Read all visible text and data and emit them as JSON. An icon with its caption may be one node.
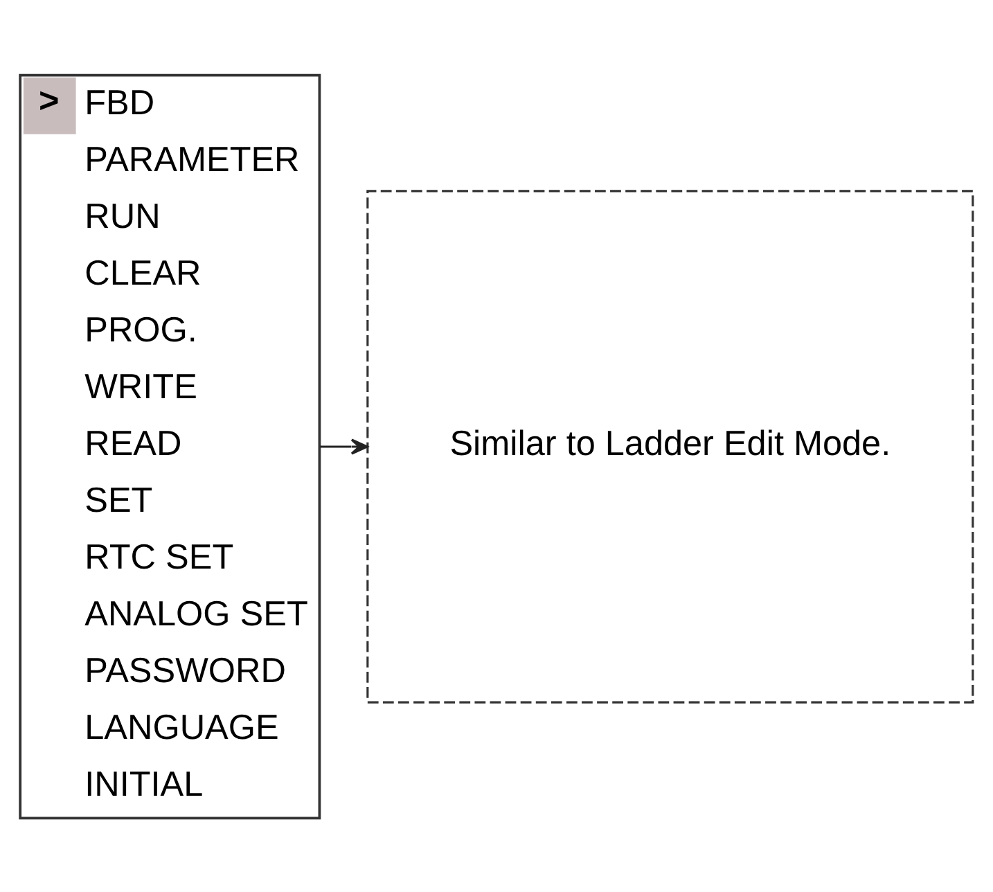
{
  "diagram": {
    "nodes": [
      {
        "text": [
          ">",
          "FBD",
          "PARAMETER",
          "RUN",
          "CLEAR",
          "PROG.",
          "WRITE",
          "READ",
          "SET",
          "RTC SET",
          "ANALOG SET",
          "PASSWORD",
          "LANGUAGE",
          "INITIAL"
        ]
      },
      {
        "text": [
          "Similar to Ladder Edit Mode."
        ]
      }
    ],
    "edges": [
      {
        "from": 0,
        "to": 1,
        "arrow": "to"
      }
    ]
  }
}
